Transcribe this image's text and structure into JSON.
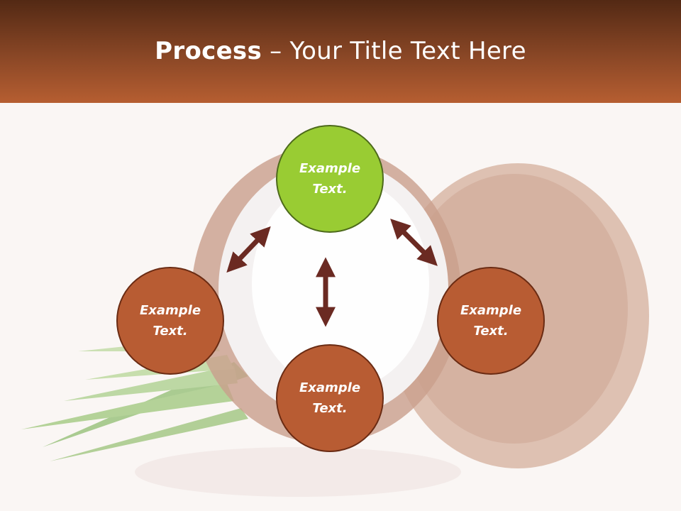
{
  "slide": {
    "title_bold": "Process",
    "title_rest": " – Your Title Text Here"
  },
  "nodes": {
    "top": {
      "label": "Example Text.",
      "color": "#99cc33"
    },
    "left": {
      "label": "Example Text.",
      "color": "#b85c33"
    },
    "right": {
      "label": "Example Text.",
      "color": "#b85c33"
    },
    "bottom": {
      "label": "Example Text.",
      "color": "#b85c33"
    }
  },
  "colors": {
    "header_top": "#532914",
    "header_bottom": "#b65e31",
    "arrow": "#6b2a22",
    "background": "#faf6f4"
  },
  "background_image": "faded-coconut-and-palm-leaves-illustration"
}
